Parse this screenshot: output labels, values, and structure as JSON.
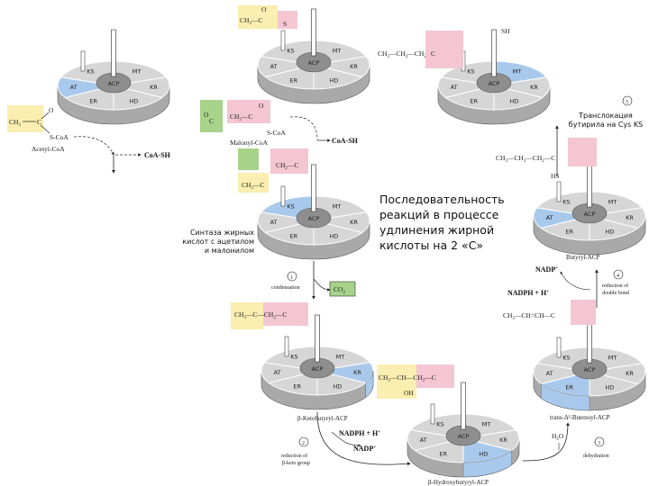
{
  "annotations": {
    "main_title": "Последовательность реакций в процессе удлинения жирной кислоты на 2 «С»",
    "left_note": "Синтаза жирных кислот с ацетилом и малонилом",
    "top_right_note": "Транслокация бутирила на Cys KS"
  },
  "domains": {
    "acp": "ACP",
    "ks": "KS",
    "mt": "MT",
    "kr": "KR",
    "hd": "HD",
    "er": "ER",
    "at": "AT"
  },
  "thiols": {
    "hs": "HS",
    "sh": "SH",
    "s": "S"
  },
  "molecules": {
    "acetyl_coa": "Acetyl-CoA",
    "acetyl_sco": "S-CoA",
    "ch3": "CH",
    "malonyl_coa": "Malonyl-CoA",
    "malonyl_sco": "S-CoA",
    "coa_sh": "CoA-SH",
    "coa_sh2": "CoA-SH",
    "ketobutyryl": "β-Ketobutyryl-ACP",
    "hydroxybutyryl": "β-Hydroxybutyryl-ACP",
    "butenoyl": "trans-Δ²-Butenoyl-ACP",
    "butyryl": "Butyryl-ACP"
  },
  "steps": {
    "s1_num": "1",
    "s1_label": "condensation",
    "co2": "CO",
    "s2_num": "2",
    "s2_label1": "reduction of",
    "s2_label2": "β-keto group",
    "s3_num": "3",
    "s3_label": "dehydration",
    "h2o": "H",
    "s4_num": "4",
    "s4_label1": "reduction of",
    "s4_label2": "double bond",
    "s5_num": "5",
    "nadph": "NADPH + H",
    "nadp": "NADP",
    "nadph2": "NADPH + H",
    "nadp2": "NADP"
  },
  "colors": {
    "domain_fill": "#d6d6d6",
    "domain_dark": "#a9a9a9",
    "highlight_blue": "#a9c9ec",
    "hub": "#8e8e8e",
    "pink": "#f4c6d2",
    "yellow": "#faeeb0",
    "green": "#a7d38a"
  }
}
